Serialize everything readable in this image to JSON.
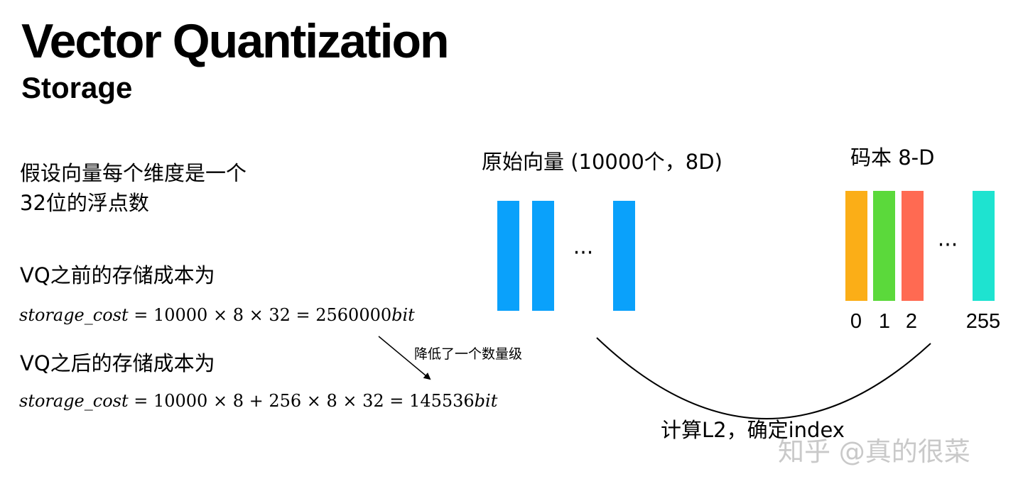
{
  "header": {
    "title": "Vector Quantization",
    "subtitle": "Storage"
  },
  "left": {
    "assumption_line1": "假设向量每个维度是一个",
    "assumption_line2": "32位的浮点数",
    "before_heading": "VQ之前的存储成本为",
    "before_formula": {
      "var": "storage_cost",
      "rhs": " = 10000 × 8 × 32 = 2560000",
      "unit": "bit"
    },
    "after_heading": "VQ之后的存储成本为",
    "after_formula": {
      "var": "storage_cost",
      "rhs": " = 10000 × 8 + 256 × 8 × 32 = 145536",
      "unit": "bit"
    },
    "arrow_note": "降低了一个数量级"
  },
  "vectors": {
    "label": "原始向量 (10000个，8D)",
    "color": "#0aa1fb",
    "ellipsis": "···"
  },
  "codebook": {
    "label": "码本  8-D",
    "ellipsis": "···",
    "entries": [
      {
        "index": "0",
        "color": "#fbae17"
      },
      {
        "index": "1",
        "color": "#5bd93b"
      },
      {
        "index": "2",
        "color": "#ff6a52"
      },
      {
        "index": "255",
        "color": "#1ee3d0"
      }
    ]
  },
  "mapping": {
    "label": "计算L2，确定index"
  },
  "watermark": "知乎 @真的很菜"
}
